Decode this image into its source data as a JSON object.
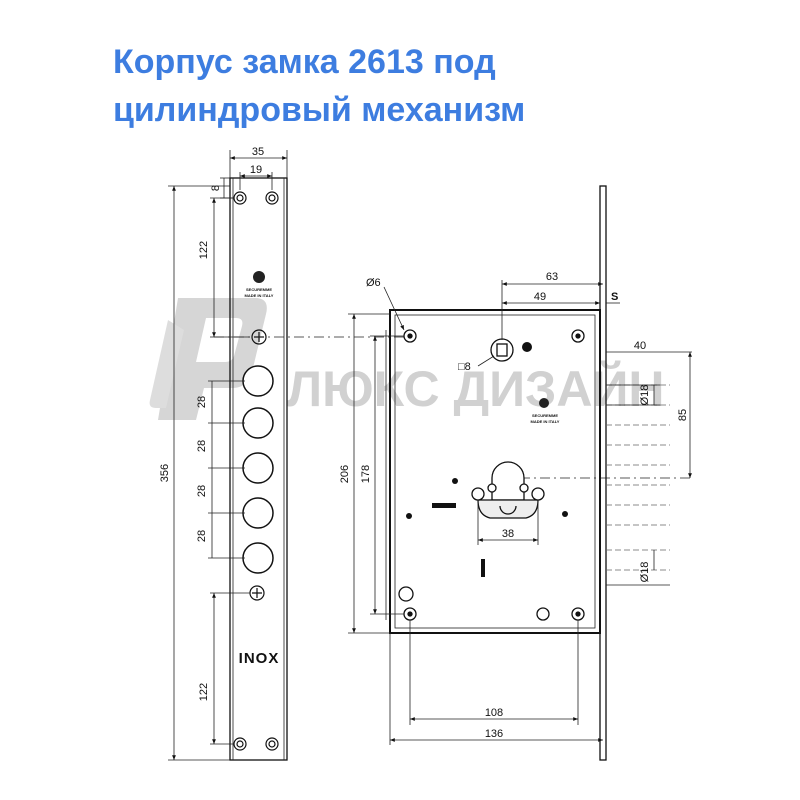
{
  "title": {
    "line1": "Корпус замка 2613 под",
    "line2": "цилиндровый механизм"
  },
  "watermark": {
    "text": "ЛЮКС ДИЗАЙН",
    "color": "#c9c9c9"
  },
  "title_color": "#3d7de0",
  "faceplate": {
    "label": "INOX",
    "brand": "SECUREMME",
    "brand_sub": "MADE IN ITALY",
    "dims": {
      "width": "35",
      "hole_spacing": "19",
      "top_offset": "8",
      "upper_section": "122",
      "lower_section": "122",
      "total_height": "356",
      "bolt_pitch": [
        "28",
        "28",
        "28",
        "28"
      ]
    }
  },
  "lockbody": {
    "brand": "SECUREMME",
    "brand_sub": "MADE IN ITALY",
    "dims": {
      "hole_diameter": "Ø6",
      "backset_outer": "63",
      "backset_inner": "49",
      "faceplate_thickness": "S",
      "square_spindle": "□8",
      "height_outer": "206",
      "height_inner": "178",
      "cylinder_width": "38",
      "cylinder_to_top": "40",
      "bolt_span": "85",
      "bolt_diameter_top": "Ø18",
      "bolt_diameter_bottom": "Ø18",
      "bottom_hole_span": "108",
      "total_width": "136"
    }
  }
}
